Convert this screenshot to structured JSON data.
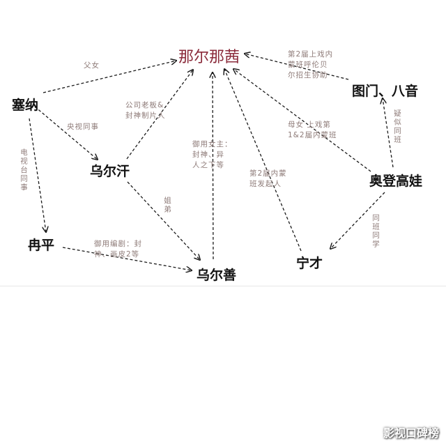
{
  "nodes": {
    "center": "那尔那茜",
    "saina": "塞纳",
    "wuerhan": "乌尔汗",
    "ranping": "冉平",
    "wuershan": "乌尔善",
    "ningcai": "宁才",
    "aodeng": "奥登高娃",
    "tumen": "图门、八音"
  },
  "edges": {
    "saina_center": "父女",
    "saina_wuerhan": "央视同事",
    "saina_ranping": "电视台同事",
    "wuerhan_center": "公司老板&\n封神制片人",
    "wuerhan_wuershan": "姐弟",
    "ranping_wuershan": "御用编剧：封\n神、画皮2等",
    "wuershan_center": "御用女主：\n封神、异\n人之下等",
    "ningcai_center": "第2届内蒙\n班发起人",
    "aodeng_center": "母女 上戏第\n1&2届内蒙班",
    "tumen_center": "第2届上戏内\n蒙班呼伦贝\n尔招生协助",
    "aodeng_tumen": "疑似同班",
    "aodeng_ningcai": "同班同学"
  },
  "watermark": "影视口碑榜",
  "colors": {
    "line": "#1a1a1a",
    "center_text": "#8a2a3a",
    "edge_label": "#8e7b78"
  }
}
